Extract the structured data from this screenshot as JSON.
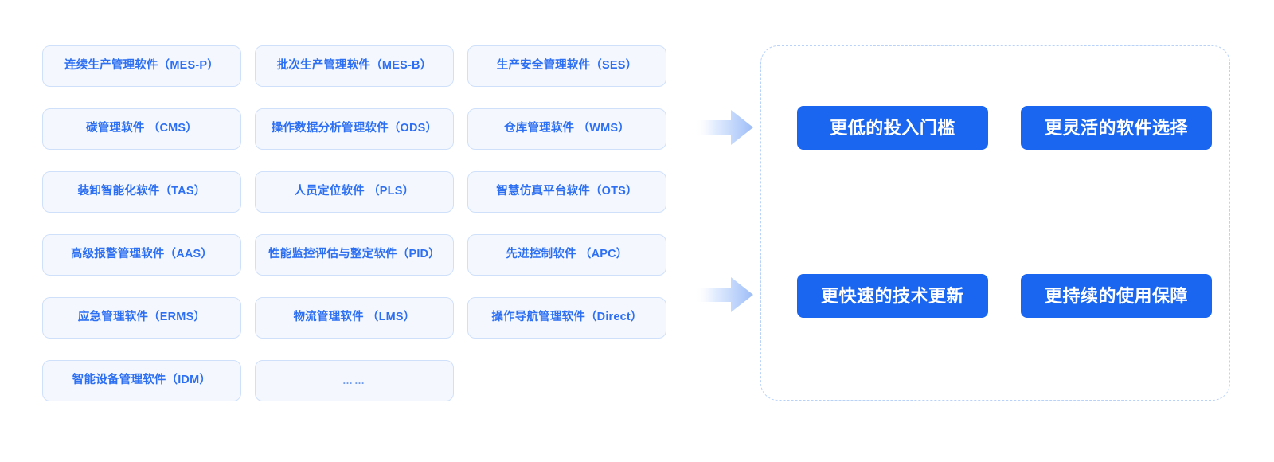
{
  "page": {
    "background_color": "#ffffff",
    "accent_color": "#1a66f0",
    "card_text_color": "#2d6ff2",
    "card_fill_color": "#f4f8fe",
    "card_border_color": "#cfe0fb",
    "panel_border_color": "#b9d2fa"
  },
  "software_grid": {
    "columns": 3,
    "rows": 6,
    "cards": [
      {
        "label": "连续生产管理软件（MES-P）"
      },
      {
        "label": "批次生产管理软件（MES-B）"
      },
      {
        "label": "生产安全管理软件（SES）"
      },
      {
        "label": "碳管理软件 （CMS）"
      },
      {
        "label": "操作数据分析管理软件（ODS）"
      },
      {
        "label": "仓库管理软件 （WMS）"
      },
      {
        "label": "装卸智能化软件（TAS）"
      },
      {
        "label": "人员定位软件 （PLS）"
      },
      {
        "label": "智慧仿真平台软件（OTS）"
      },
      {
        "label": "高级报警管理软件（AAS）"
      },
      {
        "label": "性能监控评估与整定软件（PID）"
      },
      {
        "label": "先进控制软件 （APC）"
      },
      {
        "label": "应急管理软件（ERMS）"
      },
      {
        "label": "物流管理软件 （LMS）"
      },
      {
        "label": "操作导航管理软件（Direct）"
      },
      {
        "label": "智能设备管理软件（IDM）"
      },
      {
        "label": "……"
      }
    ]
  },
  "arrows": [
    {
      "name": "arrow-right-top",
      "icon": "arrow-right-icon",
      "direction": "right"
    },
    {
      "name": "arrow-right-bottom",
      "icon": "arrow-right-icon",
      "direction": "right"
    }
  ],
  "benefit_panel": {
    "cards": [
      {
        "label": "更低的投入门槛"
      },
      {
        "label": "更灵活的软件选择"
      },
      {
        "label": "更快速的技术更新"
      },
      {
        "label": "更持续的使用保障"
      }
    ]
  }
}
